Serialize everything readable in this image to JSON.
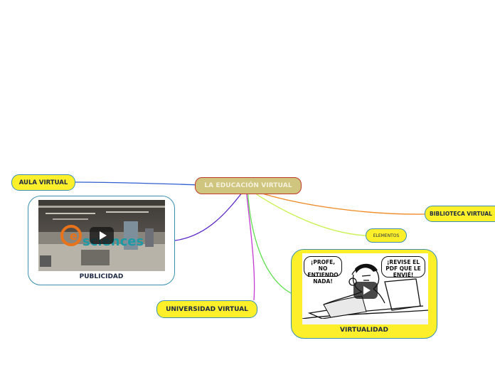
{
  "central_topic": {
    "label": "LA EDUCACIÓN VIRTUAL"
  },
  "topics": {
    "aula": {
      "label": "AULA VIRTUAL"
    },
    "biblioteca": {
      "label": "BIBLIOTECA VIRTUAL"
    },
    "elementos": {
      "label": "ELEMENTOS"
    },
    "universidad": {
      "label": "UNIVERSIDAD VIRTUAL"
    }
  },
  "video_cards": {
    "publicidad": {
      "label": "PUBLICIDAD",
      "logo_text": "sciences"
    },
    "virtualidad": {
      "label": "VIRTUALIDAD",
      "bubble_left": "¡PROFE, NO ENTIENDO NADA!",
      "bubble_right": "¡REVISE EL PDF QUE LE ENVIÉ!"
    }
  },
  "colors": {
    "topic_fill": "#fdf02a",
    "central_fill": "#cfc57f",
    "central_border": "#c0392b",
    "node_border": "#3a8fb0",
    "link_aula": "#2f5fd0",
    "link_biblioteca": "#f08a24",
    "link_elementos": "#c8f24a",
    "link_virtualidad": "#5ce04a",
    "link_universidad": "#c63ad6",
    "link_publicidad": "#5b25c9"
  }
}
